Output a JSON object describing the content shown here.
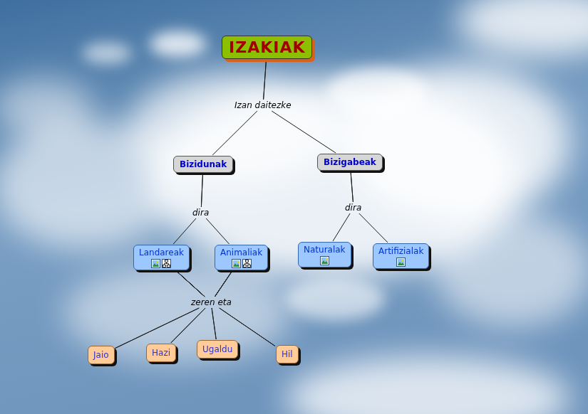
{
  "diagram": {
    "nodes": [
      {
        "text": [
          "IZAKIAK"
        ]
      },
      {
        "text": [
          "Bizidunak"
        ]
      },
      {
        "text": [
          "Bizigabeak"
        ]
      },
      {
        "text": [
          "Landareak"
        ]
      },
      {
        "text": [
          "Animaliak"
        ]
      },
      {
        "text": [
          "Naturalak"
        ]
      },
      {
        "text": [
          "Artifizialak"
        ]
      },
      {
        "text": [
          "Jaio"
        ]
      },
      {
        "text": [
          "Hazi"
        ]
      },
      {
        "text": [
          "Ugaldu"
        ]
      },
      {
        "text": [
          "Hil"
        ]
      }
    ],
    "edges": [
      {
        "from": 0,
        "to": 1,
        "label": "Izan daitezke",
        "arrow": "none"
      },
      {
        "from": 0,
        "to": 2,
        "arrow": "none"
      },
      {
        "from": 1,
        "to": 3,
        "label": "dira",
        "arrow": "none"
      },
      {
        "from": 1,
        "to": 4,
        "arrow": "none"
      },
      {
        "from": 2,
        "to": 5,
        "label": "dira",
        "arrow": "none"
      },
      {
        "from": 2,
        "to": 6,
        "arrow": "none"
      },
      {
        "from": 3,
        "to": 7,
        "label": "zeren eta",
        "arrow": "none"
      },
      {
        "from": 3,
        "to": 8,
        "arrow": "none"
      },
      {
        "from": 3,
        "to": 9,
        "arrow": "none"
      },
      {
        "from": 3,
        "to": 10,
        "arrow": "none"
      },
      {
        "from": 4,
        "to": 7,
        "arrow": "none"
      },
      {
        "from": 4,
        "to": 8,
        "arrow": "none"
      },
      {
        "from": 4,
        "to": 9,
        "arrow": "none"
      },
      {
        "from": 4,
        "to": 10,
        "arrow": "none"
      }
    ]
  }
}
